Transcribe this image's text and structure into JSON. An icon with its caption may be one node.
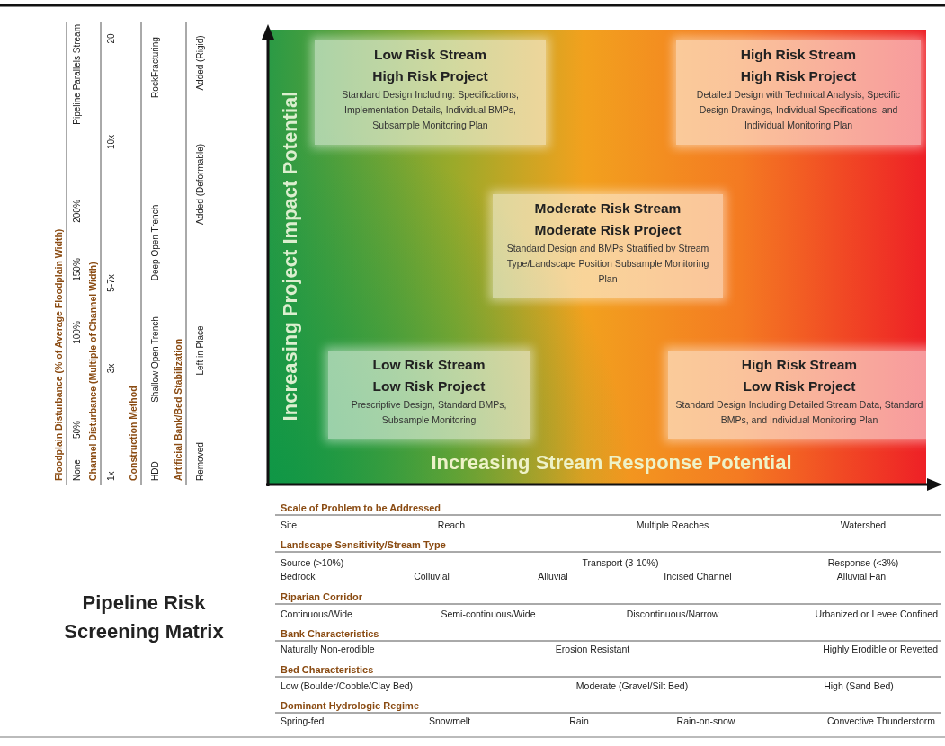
{
  "diagram": {
    "title": "Pipeline Risk Screening Matrix",
    "nodes": [
      {
        "text": [
          "Low Risk Stream",
          "High Risk Project",
          "Standard Design Including: Specifications, Implementation Details, Individual BMPs, Subsample Monitoring Plan"
        ]
      },
      {
        "text": [
          "High Risk Stream",
          "High Risk Project",
          "Detailed Design with Technical Analysis, Specific Design Drawings, Individual Specifications, and Individual Monitoring Plan"
        ]
      },
      {
        "text": [
          "Moderate Risk Stream",
          "Moderate Risk Project",
          "Standard Design and BMPs Stratified by Stream Type/Landscape Position Subsample Monitoring Plan"
        ]
      },
      {
        "text": [
          "Low Risk Stream",
          "Low Risk Project",
          "Prescriptive Design, Standard BMPs, Subsample Monitoring"
        ]
      },
      {
        "text": [
          "High Risk Stream",
          "Low Risk Project",
          "Standard Design Including Detailed Stream Data, Standard BMPs, and Individual Monitoring Plan"
        ]
      }
    ],
    "edges": [],
    "labels": [
      "Floodplain Disturbance (% of Average Floodplain Width)",
      "None",
      "50%",
      "100%",
      "150%",
      "200%",
      "Pipeline Parallels Stream",
      "Channel Disturbance (Multiple of Channel Width)",
      "1x",
      "3x",
      "5-7x",
      "10x",
      "20+",
      "Construction Method",
      "HDD",
      "Shallow Open Trench",
      "Deep Open Trench",
      "RockFracturing",
      "Artificial Bank/Bed Stabilization",
      "Removed",
      "Left in Place",
      "Added (Deformable)",
      "Added (Rigid)",
      "Increasing Project Impact Potential",
      "Increasing Stream Response Potential",
      "Scale of Problem to be Addressed",
      "Site",
      "Reach",
      "Multiple Reaches",
      "Watershed",
      "Landscape Sensitivity/Stream Type",
      "Source (>10%)",
      "Transport (3-10%)",
      "Response (<3%)",
      "Bedrock",
      "Colluvial",
      "Alluvial",
      "Incised Channel",
      "Alluvial Fan",
      "Riparian Corridor",
      "Continuous/Wide",
      "Semi-continuous/Wide",
      "Discontinuous/Narrow",
      "Urbanized or Levee Confined",
      "Bank Characteristics",
      "Naturally Non-erodible",
      "Erosion Resistant",
      "Highly Erodible or Revetted",
      "Bed Characteristics",
      "Low (Boulder/Cobble/Clay Bed)",
      "Moderate (Gravel/Silt Bed)",
      "High (Sand Bed)",
      "Dominant Hydrologic Regime",
      "Spring-fed",
      "Snowmelt",
      "Rain",
      "Rain-on-snow",
      "Convective Thunderstorm"
    ]
  }
}
